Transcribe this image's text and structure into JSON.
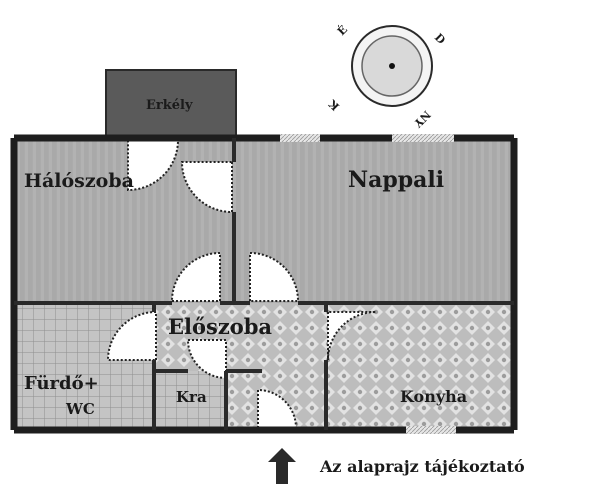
{
  "rooms": {
    "balcony": "Erkély",
    "bedroom": "Hálószoba",
    "living": "Nappali",
    "hall": "Előszoba",
    "bath_line1": "Fürdő+",
    "bath_line2": "WC",
    "pantry": "Kra",
    "kitchen": "Konyha"
  },
  "compass": {
    "north": "É",
    "south": "D",
    "east": "K",
    "west": "NY"
  },
  "caption": "Az alaprajz tájékoztató",
  "colors": {
    "wall": "#1e1e1e",
    "wood_floor": "#a8a8a8",
    "balcony": "#555555",
    "tile": "#c9c9c9",
    "window": "#d8d8d8"
  }
}
